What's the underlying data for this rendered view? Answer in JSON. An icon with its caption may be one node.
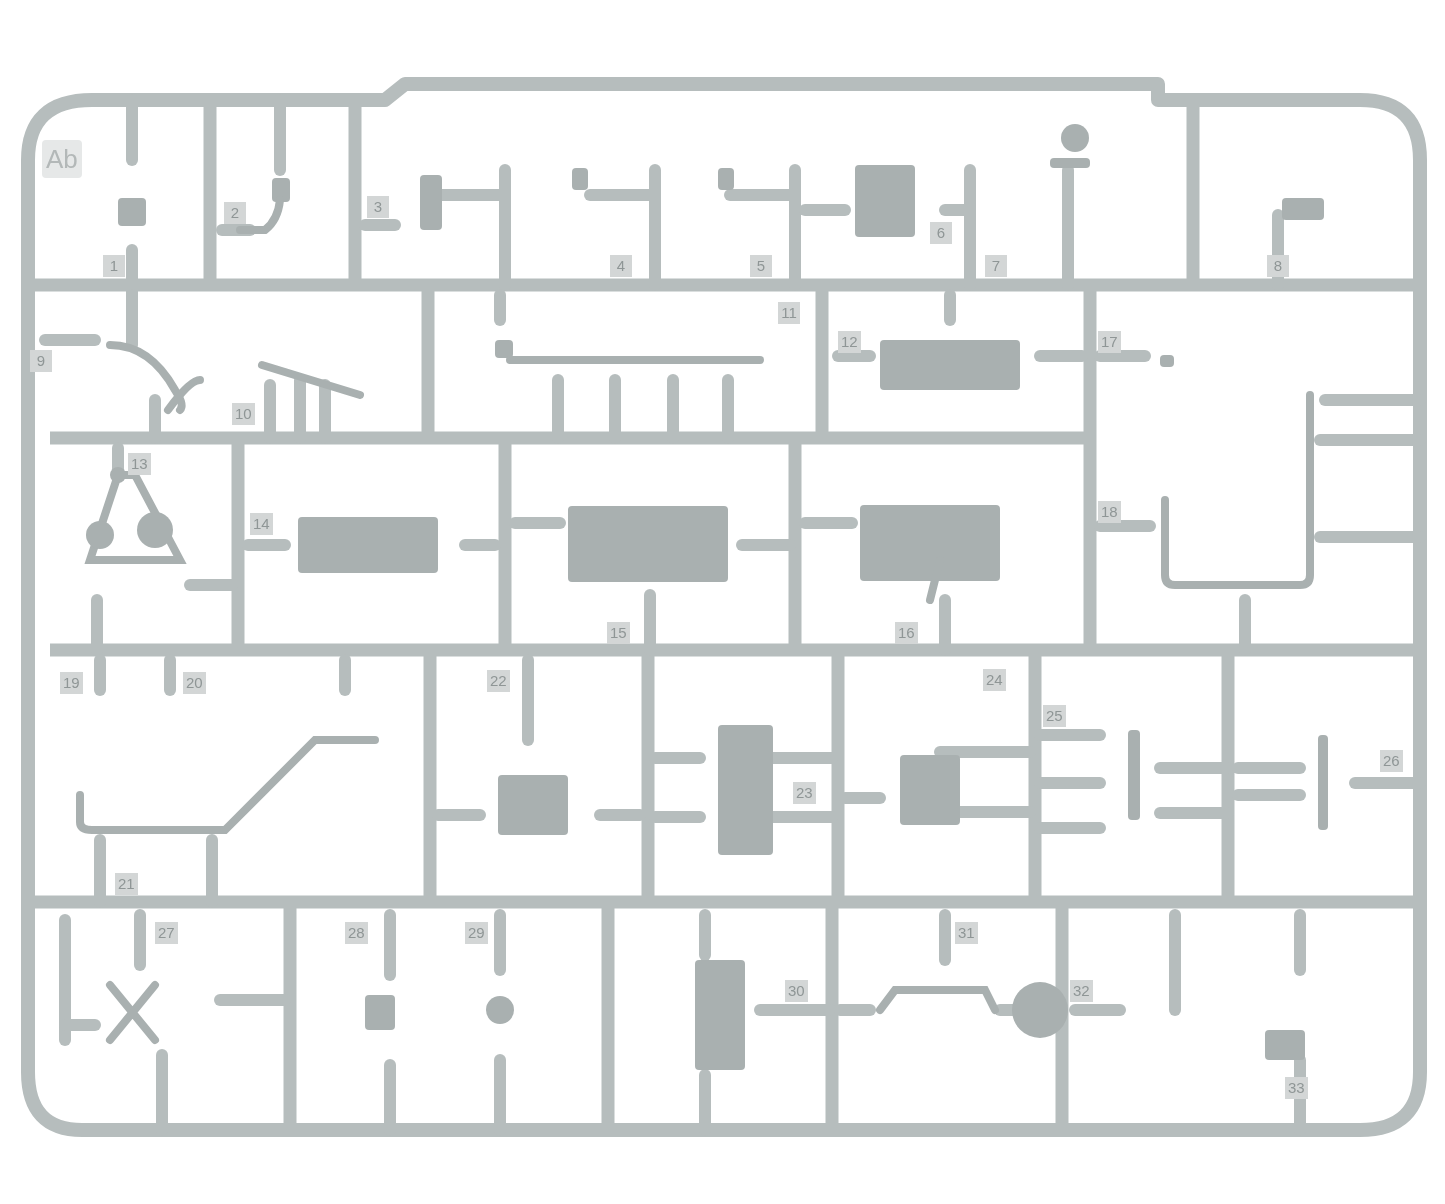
{
  "diagram": {
    "labels": [
      "Ab",
      "1",
      "2",
      "3",
      "4",
      "5",
      "6",
      "7",
      "8",
      "9",
      "10",
      "11",
      "12",
      "17",
      "13",
      "14",
      "15",
      "16",
      "18",
      "19",
      "20",
      "22",
      "24",
      "25",
      "26",
      "23",
      "21",
      "27",
      "28",
      "29",
      "30",
      "31",
      "32",
      "33"
    ]
  }
}
